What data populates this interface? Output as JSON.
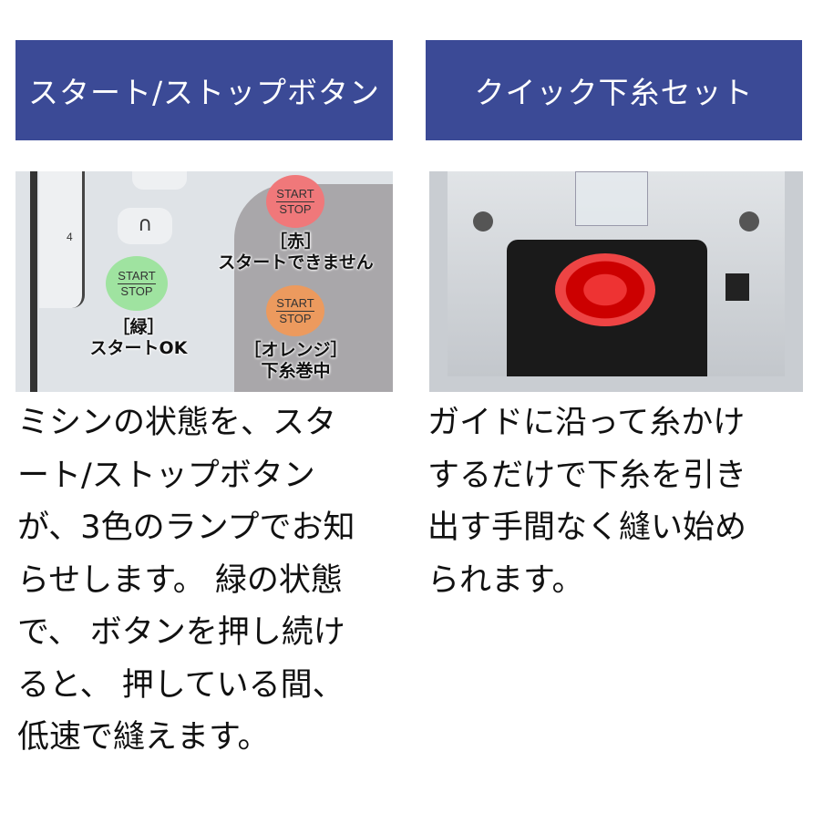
{
  "left": {
    "header": "スタート/ストップボタン",
    "photo": {
      "button_top": "START",
      "button_bottom": "STOP",
      "dial_number": "4",
      "green_label": "［緑］",
      "green_desc": "スタートOK",
      "red_label": "［赤］",
      "red_desc": "スタートできません",
      "orange_label": "［オレンジ］",
      "orange_desc": "下糸巻中",
      "colors": {
        "green": "#9fe3a0",
        "red": "#f0787a",
        "orange": "#ec9a5e"
      }
    },
    "lines": [
      "ミシンの状態を、スタ",
      "ート/ストップボタン",
      "が、3色のランプでお知",
      "らせします。 緑の状態",
      "で、 ボタンを押し続け",
      "ると、 押している間、",
      "低速で縫えます。"
    ]
  },
  "right": {
    "header": "クイック下糸セット",
    "lines": [
      "ガイドに沿って糸かけ",
      "するだけで下糸を引き",
      "出す手間なく縫い始め",
      "られます。"
    ]
  },
  "accent": "#3b4a96"
}
